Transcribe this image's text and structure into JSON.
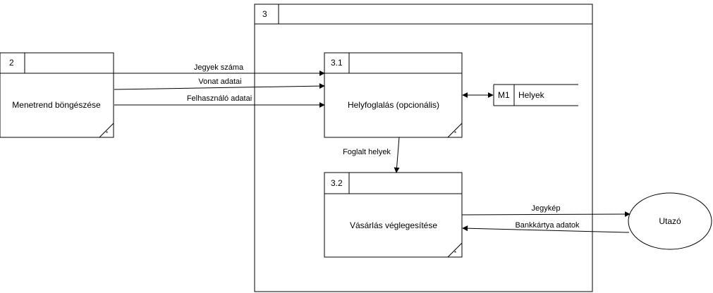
{
  "diagram": {
    "container": {
      "id": "3"
    },
    "process_2": {
      "id": "2",
      "label": "Menetrend böngészése",
      "marker": "*"
    },
    "process_31": {
      "id": "3.1",
      "label": "Helyfoglalás (opcionális)",
      "marker": "*"
    },
    "process_32": {
      "id": "3.2",
      "label": "Vásárlás véglegesítése",
      "marker": "*"
    },
    "datastore": {
      "id": "M1",
      "label": "Helyek"
    },
    "external": {
      "label": "Utazó"
    },
    "flows": {
      "jegyek_szama": "Jegyek száma",
      "vonat_adatai": "Vonat adatai",
      "felhasznalo_adatai": "Felhasználó adatai",
      "foglalt_helyek": "Foglalt helyek",
      "jegykep": "Jegykép",
      "bankkartya": "Bankkártya adatok"
    }
  }
}
